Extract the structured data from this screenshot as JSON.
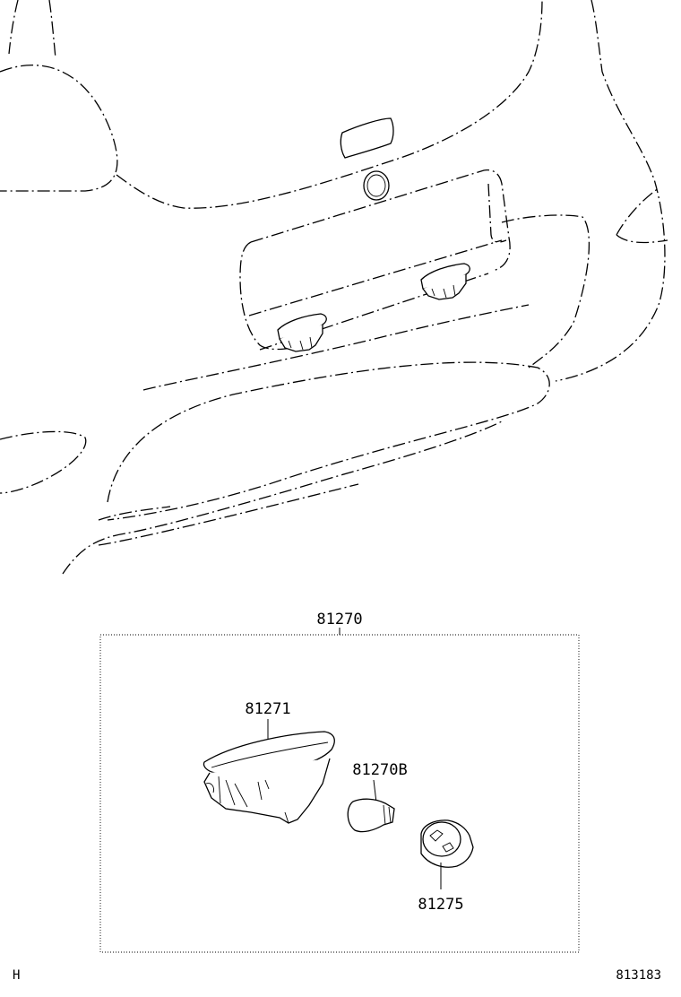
{
  "assembly": {
    "part_number": "81270"
  },
  "parts": [
    {
      "part_number": "81271"
    },
    {
      "part_number": "81270B"
    },
    {
      "part_number": "81275"
    }
  ],
  "footer": {
    "view_code": "H",
    "illustration_id": "813183"
  }
}
